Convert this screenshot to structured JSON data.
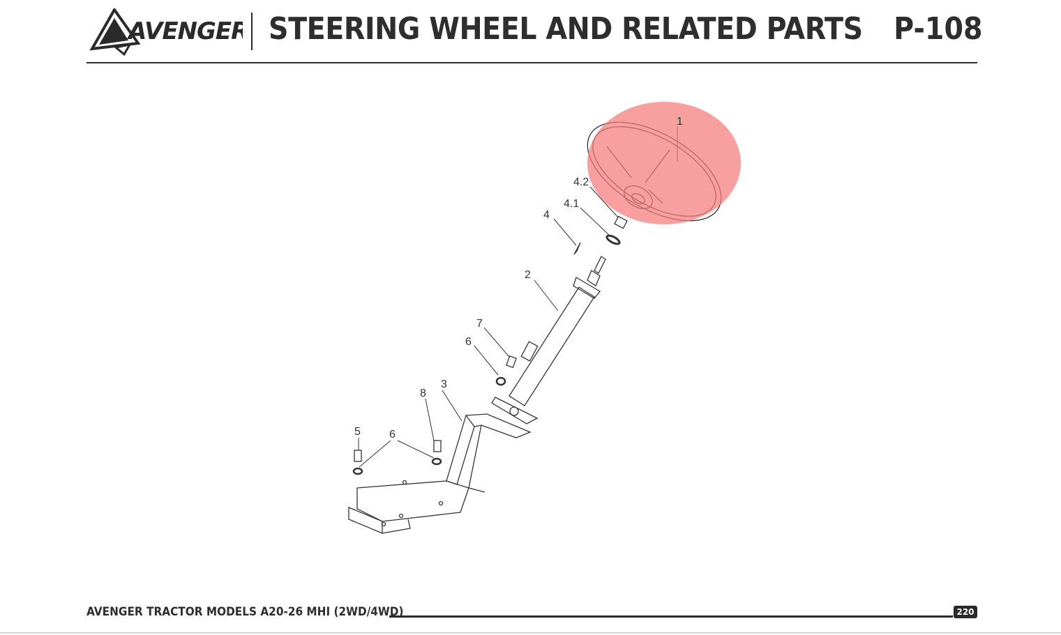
{
  "header": {
    "brand": "AVENGER",
    "title": "STEERING WHEEL AND RELATED PARTS",
    "page_code": "P-108"
  },
  "diagram": {
    "callouts": [
      "1",
      "2",
      "3",
      "4",
      "4.1",
      "4.2",
      "5",
      "6",
      "6",
      "7",
      "8"
    ],
    "highlight_color": "#f57a7a"
  },
  "footer": {
    "text": "AVENGER TRACTOR MODELS A20-26 MHI (2WD/4WD)",
    "page_number": "220"
  }
}
